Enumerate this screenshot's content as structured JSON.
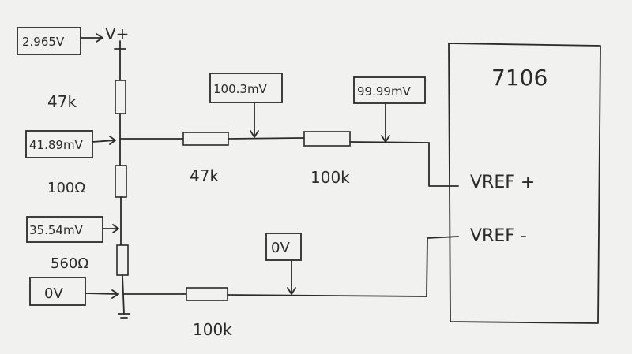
{
  "chip": {
    "name": "7106",
    "vref_plus": "VREF +",
    "vref_minus": "VREF -"
  },
  "supply": {
    "label": "V+",
    "reading": "2.965V"
  },
  "left_column": {
    "resistor_top": "47k",
    "resistor_mid": "100Ω",
    "resistor_bot": "560Ω",
    "node1_reading": "41.89mV",
    "node2_reading": "35.54mV",
    "ground_reading": "0V"
  },
  "top_branch": {
    "resistor_a": "47k",
    "resistor_b": "100k",
    "mid_reading": "100.3mV",
    "vref_reading": "99.99mV"
  },
  "bottom_branch": {
    "resistor": "100k",
    "reading": "0V"
  }
}
